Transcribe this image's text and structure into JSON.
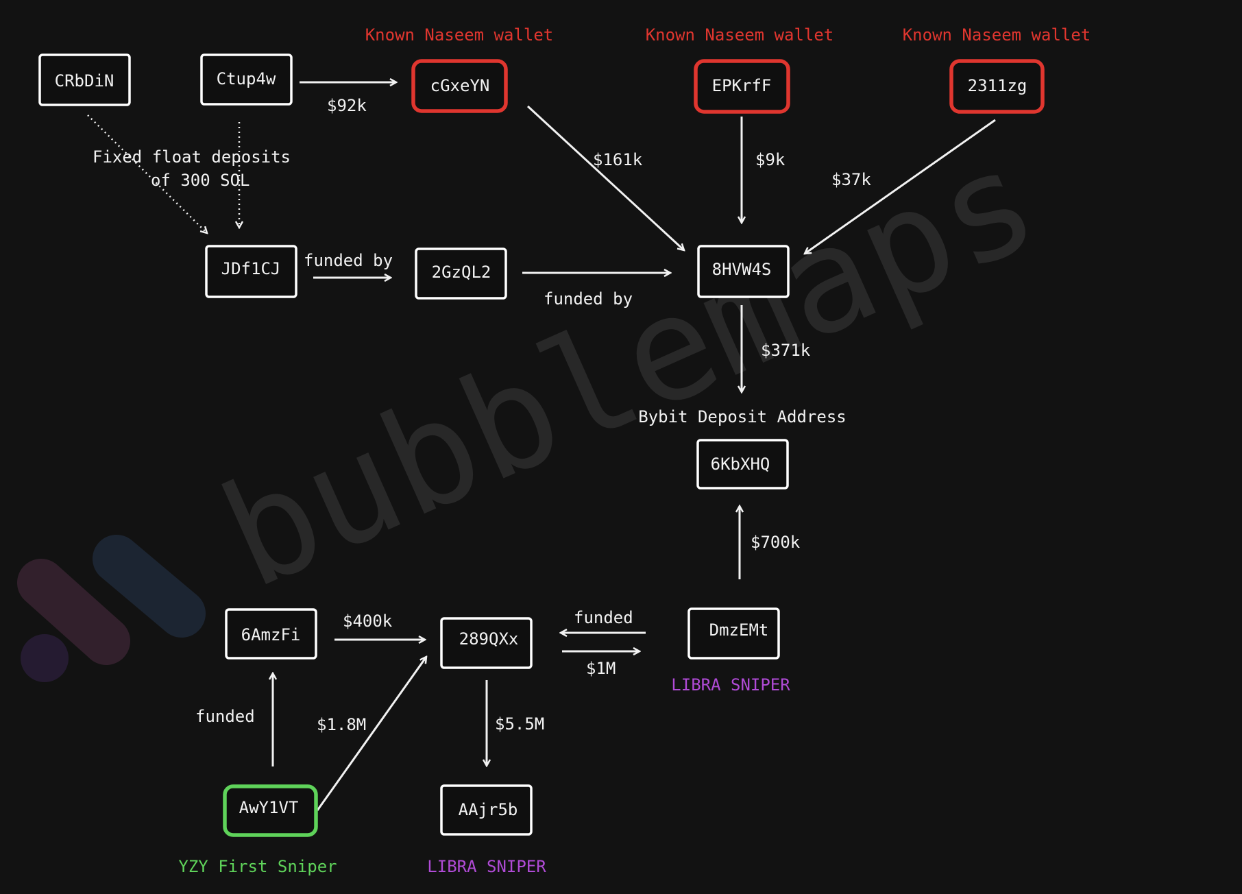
{
  "nodes": {
    "crbdin": "CRbDiN",
    "ctup4w": "Ctup4w",
    "cgxeyn": "cGxeYN",
    "epkrff": "EPKrfF",
    "n2311zg": "2311zg",
    "jdf1cj": "JDf1CJ",
    "n2gzql2": "2GzQL2",
    "n8hvw4s": "8HVW4S",
    "n6kbxhq": "6KbXHQ",
    "n6amzfi": "6AmzFi",
    "n289qxx": "289QXx",
    "dmzemt": "DmzEMt",
    "awy1vt": "AwY1VT",
    "aajr5b": "AAjr5b"
  },
  "tags": {
    "known_wallet_1": "Known Naseem wallet",
    "known_wallet_2": "Known Naseem wallet",
    "known_wallet_3": "Known Naseem wallet",
    "bybit": "Bybit Deposit Address",
    "libra_sniper_1": "LIBRA SNIPER",
    "libra_sniper_2": "LIBRA SNIPER",
    "yzy_sniper": "YZY First Sniper"
  },
  "edge_labels": {
    "ctup_to_cgxe": "$92k",
    "fixed_float_line1": "Fixed float deposits",
    "fixed_float_line2": "of 300 SOL",
    "cgxe_to_8hvw": "$161k",
    "epkr_to_8hvw": "$9k",
    "n2311_to_8hvw": "$37k",
    "jdf_to_2gz": "funded by",
    "n2gz_to_8hvw": "funded by",
    "n8hvw_to_6kb": "$371k",
    "dmz_to_6kb": "$700k",
    "n6amz_to_289": "$400k",
    "dmz_to_289": "funded",
    "n289_to_dmz": "$1M",
    "awy_to_6amz": "funded",
    "awy_to_289": "$1.8M",
    "n289_to_aajr": "$5.5M"
  },
  "watermark": {
    "text": "bubblemaps"
  },
  "colors": {
    "background": "#121212",
    "known_wallet": "#e0362f",
    "libra_sniper": "#b04bd6",
    "yzy_sniper": "#5fd35a",
    "default": "#ffffff"
  }
}
